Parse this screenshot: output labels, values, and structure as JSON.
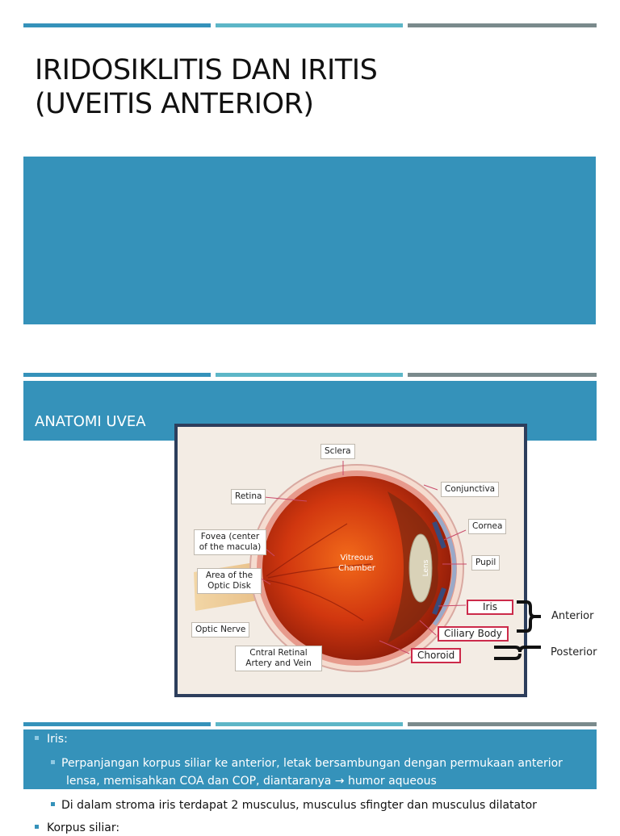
{
  "slide1": {
    "title_line1": "IRIDOSIKLITIS DAN IRITIS",
    "title_line2": "(UVEITIS ANTERIOR)"
  },
  "slide2": {
    "title": "ANATOMI UVEA",
    "diagram_labels": {
      "sclera": "Sclera",
      "retina": "Retina",
      "conjunctiva": "Conjunctiva",
      "cornea": "Cornea",
      "fovea": "Fovea (center of the macula)",
      "optic_disk": "Area of the Optic Disk",
      "vitreous": "Vitreous Chamber",
      "lens": "Lens",
      "pupil": "Pupil",
      "optic_nerve": "Optic Nerve",
      "central_retinal": "Cntral Retinal Artery and Vein",
      "iris": "Iris",
      "ciliary_body": "Ciliary Body",
      "choroid": "Choroid"
    },
    "side_labels": {
      "anterior": "Anterior",
      "posterior": "Posterior"
    }
  },
  "slide3": {
    "bullets": [
      {
        "level": 1,
        "text": "Iris:"
      },
      {
        "level": 2,
        "text": "Perpanjangan korpus siliar ke anterior, letak bersambungan dengan permukaan anterior"
      },
      {
        "level": 2,
        "text": "lensa, memisahkan COA dan COP, diantaranya → humor aqueous"
      },
      {
        "level": 2,
        "text": "Di dalam stroma iris terdapat 2 musculus, musculus sfingter dan musculus dilatator"
      },
      {
        "level": 1,
        "text": "Korpus siliar:"
      }
    ]
  },
  "colors": {
    "accent_blue": "#3592ba",
    "accent_teal": "#5db6c7",
    "accent_gray": "#7a8a8c",
    "label_red": "#cc2a4a"
  }
}
